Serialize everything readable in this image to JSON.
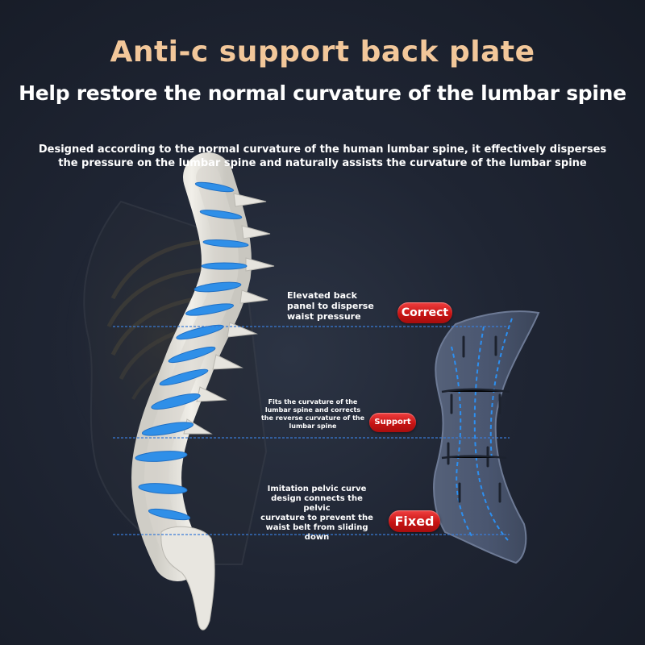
{
  "header": {
    "title": "Anti-c support back plate",
    "subtitle": "Help restore the normal curvature of the lumbar spine",
    "description_line1": "Designed according to the normal curvature of the human lumbar spine, it effectively disperses",
    "description_line2": "the pressure on the lumbar spine and naturally assists the curvature of the lumbar spine"
  },
  "callouts": [
    {
      "lines": [
        "Elevated back",
        "panel to disperse",
        "waist pressure"
      ],
      "badge": "Correct"
    },
    {
      "lines": [
        "Fits the curvature of the",
        "lumbar spine and corrects",
        "the reverse curvature of the",
        "lumbar spine"
      ],
      "badge": "Support"
    },
    {
      "lines": [
        "Imitation pelvic curve",
        "design connects the pelvic",
        "curvature to prevent the",
        "waist belt from sliding",
        "down"
      ],
      "badge": "Fixed"
    }
  ],
  "colors": {
    "title": "#f2c79a",
    "badge": "#d41a1a",
    "guide_line": "#3a7bd5",
    "disc": "#2f8fe8",
    "bone": "#e8e6e0",
    "plate": "#4a5670"
  }
}
